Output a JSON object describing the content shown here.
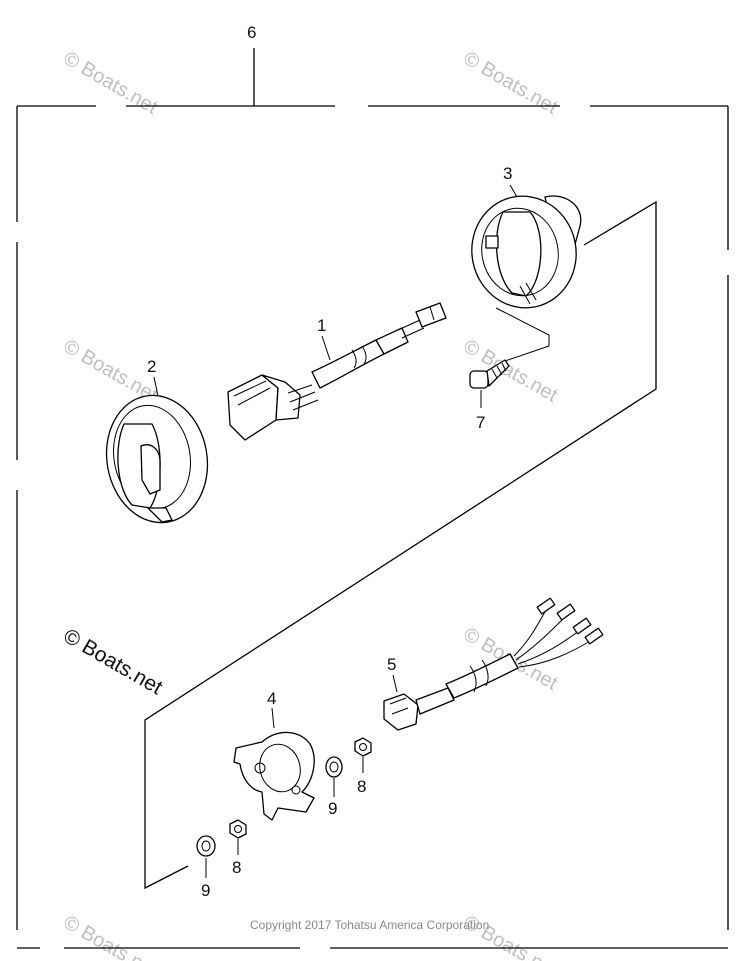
{
  "parts": [
    {
      "id": "part-1",
      "label": "1"
    },
    {
      "id": "part-2",
      "label": "2"
    },
    {
      "id": "part-3",
      "label": "3"
    },
    {
      "id": "part-4",
      "label": "4"
    },
    {
      "id": "part-5",
      "label": "5"
    },
    {
      "id": "part-6",
      "label": "6"
    },
    {
      "id": "part-7",
      "label": "7"
    },
    {
      "id": "part-8a",
      "label": "8"
    },
    {
      "id": "part-8b",
      "label": "8"
    },
    {
      "id": "part-9a",
      "label": "9"
    },
    {
      "id": "part-9b",
      "label": "9"
    }
  ],
  "watermark": {
    "small_text": "© Boats.net",
    "large_text": "© Boats.net"
  },
  "copyright": "Copyright 2017 Tohatsu America Corporation",
  "colors": {
    "line": "#000000",
    "watermark": "#bfbfbf",
    "copyright": "#8a8a8a",
    "background": "#ffffff"
  }
}
